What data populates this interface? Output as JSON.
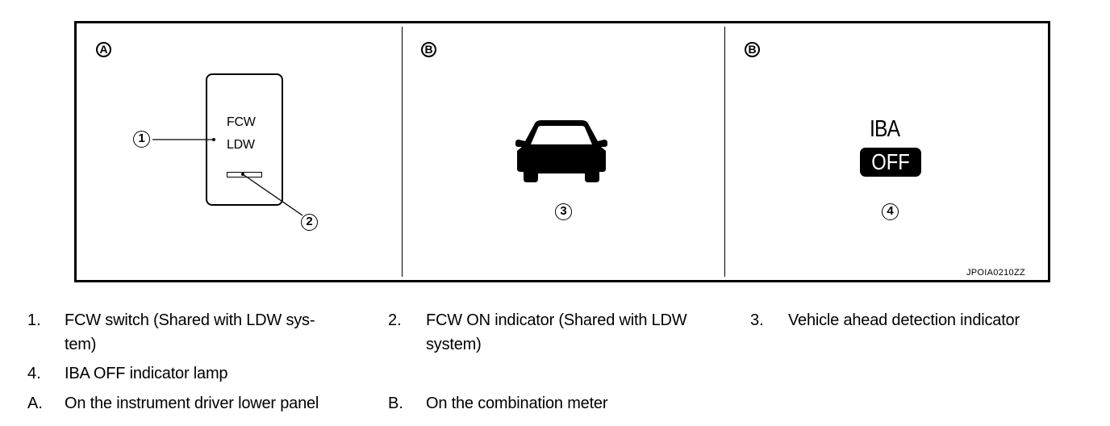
{
  "figure": {
    "panels": [
      {
        "letter": "A"
      },
      {
        "letter": "B"
      },
      {
        "letter": "B"
      }
    ],
    "switch": {
      "line1": "FCW",
      "line2": "LDW"
    },
    "callouts": {
      "c1": "1",
      "c2": "2",
      "c3": "3",
      "c4": "4"
    },
    "iba_indicator": {
      "top_text": "IBA",
      "bottom_text": "OFF"
    },
    "car_icon": "car-front-icon",
    "code": "JPOIA0210ZZ"
  },
  "legend": {
    "items": [
      {
        "num": "1.",
        "text_line1": "FCW switch (Shared with LDW sys-",
        "text_line2": "tem)"
      },
      {
        "num": "2.",
        "text_line1": "FCW ON indicator (Shared with LDW",
        "text_line2": "system)"
      },
      {
        "num": "3.",
        "text_line1": "Vehicle ahead detection indicator"
      },
      {
        "num": "4.",
        "text_line1": "IBA OFF indicator lamp"
      },
      {
        "num": "A.",
        "text_line1": "On the instrument driver lower panel"
      },
      {
        "num": "B.",
        "text_line1": "On the combination meter"
      }
    ]
  }
}
